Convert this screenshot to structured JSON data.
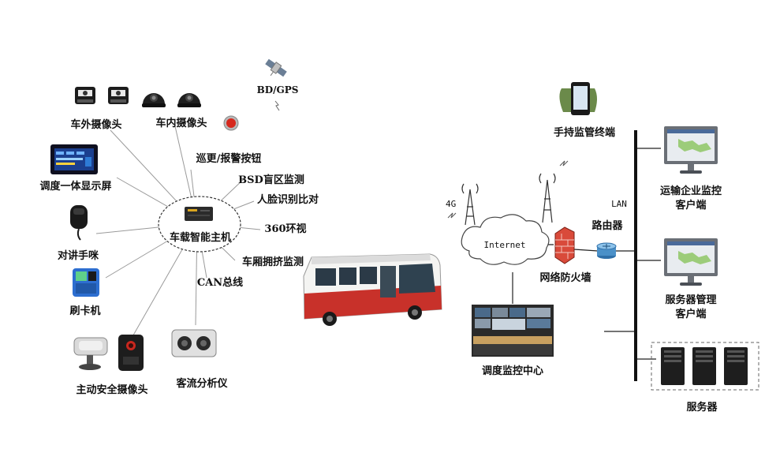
{
  "hub": {
    "label": "车载智能主机"
  },
  "peripherals": {
    "exterior_camera": "车外摄像头",
    "interior_camera": "车内摄像头",
    "alarm_button": "巡更/报警按钮",
    "bsd": "BSD盲区监测",
    "face_recognition": "人脸识别比对",
    "surround_view": "360环视",
    "crowding_monitor": "车厢拥挤监测",
    "can_bus": "CAN总线",
    "passenger_flow": "客流分析仪",
    "active_safety_camera": "主动安全摄像头",
    "card_reader": "刷卡机",
    "intercom": "对讲手咪",
    "dispatch_display": "调度一体显示屏",
    "gnss": "BD/GPS"
  },
  "network": {
    "cell": "4G",
    "internet": "Internet",
    "firewall": "网络防火墙",
    "router": "路由器",
    "lan": "LAN",
    "handheld": "手持监管终端",
    "dispatch_center": "调度监控中心"
  },
  "clients": {
    "transport_client_line1": "运输企业监控",
    "transport_client_line2": "客户端",
    "server_mgmt_line1": "服务器管理",
    "server_mgmt_line2": "客户端",
    "servers": "服务器"
  },
  "colors": {
    "bus_red": "#c8312a",
    "firewall_red": "#d94a3a",
    "router_blue": "#4a90c8",
    "monitor_gray": "#6a6f76"
  }
}
